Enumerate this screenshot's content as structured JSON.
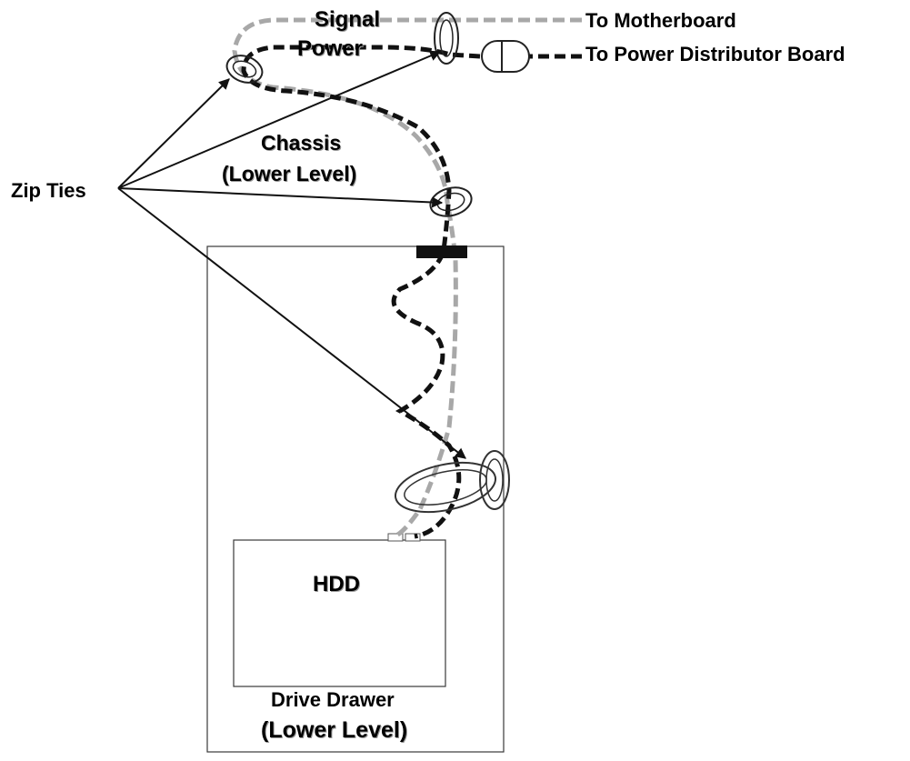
{
  "labels": {
    "signal": "Signal",
    "power": "Power",
    "to_motherboard": "To Motherboard",
    "to_power_distributor_board": "To Power Distributor Board",
    "chassis_line1": "Chassis",
    "chassis_line2": "(Lower Level)",
    "zip_ties": "Zip Ties",
    "hdd": "HDD",
    "drive_drawer_line1": "Drive Drawer",
    "drive_drawer_line2": "(Lower Level)"
  },
  "colors": {
    "signal_cable": "#a8a8a8",
    "power_cable": "#111111",
    "outline": "#333333",
    "text": "#000000"
  }
}
